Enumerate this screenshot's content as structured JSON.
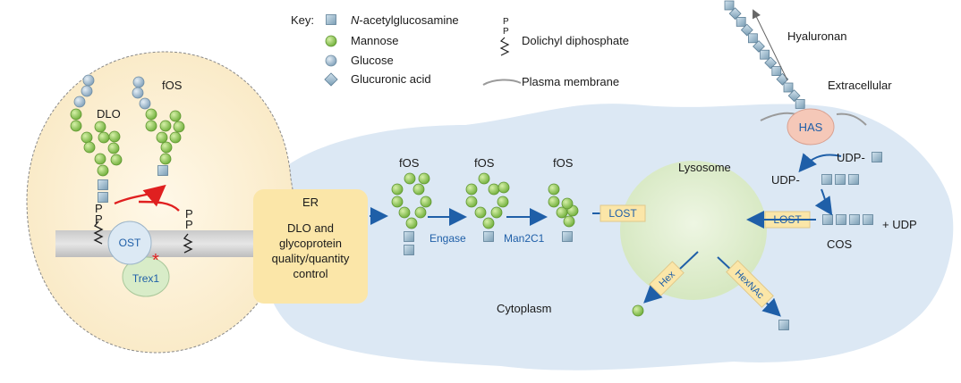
{
  "key": {
    "title": "Key:",
    "glcnac_prefix": "N",
    "glcnac_rest": "-acetylglucosamine",
    "mannose": "Mannose",
    "glucose": "Glucose",
    "glucuronic_acid": "Glucuronic acid",
    "dolichyl_pp": "Dolichyl diphosphate",
    "plasma_membrane": "Plasma membrane",
    "pp_glyph": "P"
  },
  "inset": {
    "dlo": "DLO",
    "fos": "fOS",
    "ost": "OST",
    "trex1": "Trex1",
    "p": "P",
    "star": "*"
  },
  "er": {
    "title": "ER",
    "line1": "DLO and",
    "line2": "glycoprotein",
    "line3": "quality/quantity",
    "line4": "control"
  },
  "pathway": {
    "fos1": "fOS",
    "fos2": "fOS",
    "fos3": "fOS",
    "engase": "Engase",
    "man2c1": "Man2C1",
    "lost1": "LOST",
    "lost2": "LOST",
    "lysosome": "Lysosome",
    "hex": "Hex",
    "hexnac": "HexNAc",
    "cytoplasm": "Cytoplasm"
  },
  "extracellular": {
    "hyaluronan": "Hyaluronan",
    "extracellular": "Extracellular",
    "has": "HAS",
    "udp1": "UDP-",
    "udp2": "UDP-",
    "cos": "COS",
    "plus_udp": "+ UDP"
  },
  "colors": {
    "mannose": "#8cc152",
    "glcnac": "#8fb3c8",
    "glucose": "#9fbcd4",
    "arrow_blue": "#1f5fa8",
    "arrow_red": "#e02020",
    "er_box": "#fbe6a8",
    "cytoplasm": "#dbe8f5",
    "lysosome": "#dcebc8",
    "has": "#f5c8b8",
    "label_box": "#fbe6a8"
  }
}
